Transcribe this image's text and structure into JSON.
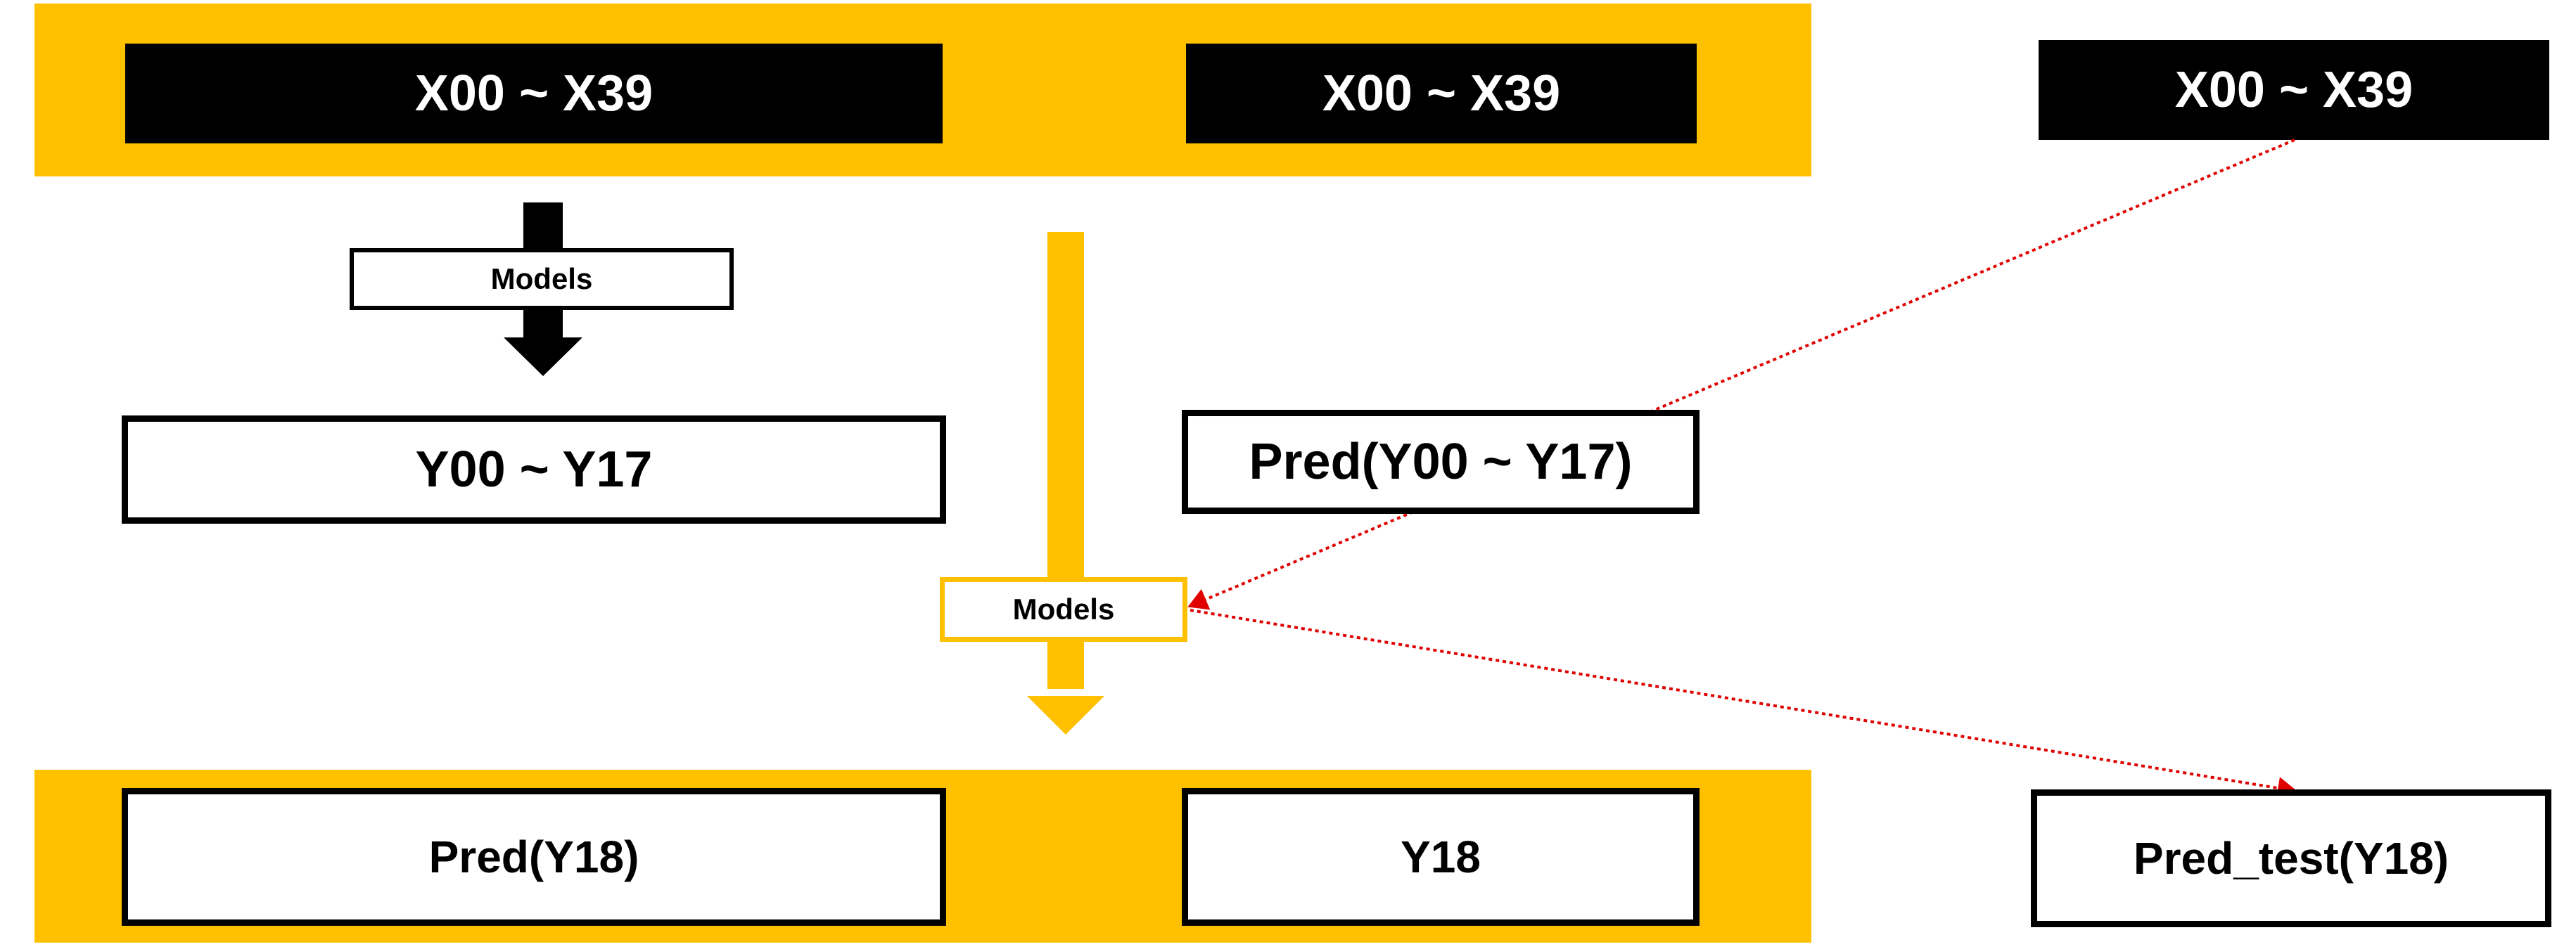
{
  "colors": {
    "accent": "#FFC000",
    "ink": "#000000",
    "paper": "#FFFFFF",
    "link": "#E00000"
  },
  "train_inputs": {
    "x_train": "X00 ~ X39",
    "x_val": "X00 ~ X39"
  },
  "test_input": "X00 ~ X39",
  "stage1": {
    "models_label": "Models",
    "target": "Y00 ~ Y17",
    "pred_target": "Pred(Y00 ~ Y17)"
  },
  "stage2": {
    "models_label": "Models"
  },
  "outputs": {
    "pred_y18": "Pred(Y18)",
    "y18": "Y18"
  },
  "test_output": "Pred_test(Y18)"
}
